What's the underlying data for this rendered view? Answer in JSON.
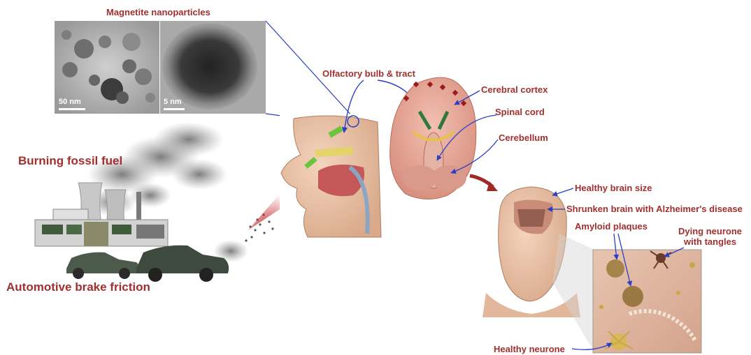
{
  "title": "Magnetite nanoparticles",
  "scale_bars": {
    "left": "50 nm",
    "right": "5 nm"
  },
  "sources": {
    "fossil_fuel": "Burning fossil fuel",
    "brake": "Automotive brake friction"
  },
  "brain_labels": {
    "olfactory": "Olfactory bulb & tract",
    "cortex": "Cerebral cortex",
    "spinal": "Spinal cord",
    "cerebellum": "Cerebellum"
  },
  "disease_labels": {
    "healthy_size": "Healthy brain size",
    "shrunken": "Shrunken brain with Alzheimer's disease",
    "plaques": "Amyloid plaques",
    "dying_line1": "Dying neurone",
    "dying_line2": "with tangles",
    "healthy_neurone": "Healthy neurone"
  },
  "colors": {
    "label": "#a0302e",
    "arrow": "#2b3fc4",
    "smoke": "#8a8a8a",
    "brain": "#e8a99a",
    "skin": "#e9c3a8"
  }
}
